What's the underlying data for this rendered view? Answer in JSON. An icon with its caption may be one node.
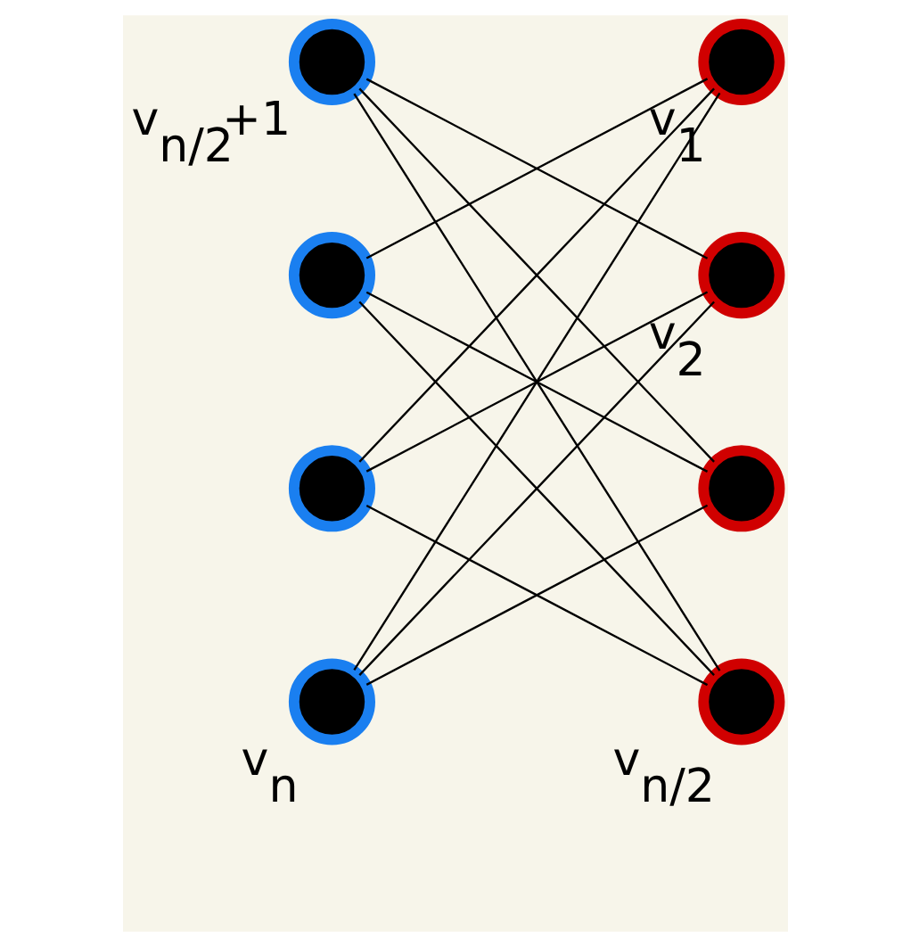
{
  "diagram": {
    "nodes": [
      {
        "text": [],
        "shape": "circle",
        "beside": [
          "v$_{n/2}$+1"
        ]
      },
      {
        "text": [],
        "shape": "circle"
      },
      {
        "text": [],
        "shape": "circle"
      },
      {
        "text": [],
        "shape": "circle",
        "beside": [
          "v$_{n}$"
        ]
      },
      {
        "text": [],
        "shape": "circle",
        "beside": [
          "v$_{1}$"
        ]
      },
      {
        "text": [],
        "shape": "circle",
        "beside": [
          "v$_{2}$"
        ]
      },
      {
        "text": [],
        "shape": "circle"
      },
      {
        "text": [],
        "shape": "circle",
        "beside": [
          "v$_{n/2}$"
        ]
      }
    ],
    "edges": [
      {
        "from": 0,
        "to": 5,
        "arrow": "none"
      },
      {
        "from": 0,
        "to": 6,
        "arrow": "none"
      },
      {
        "from": 0,
        "to": 7,
        "arrow": "none"
      },
      {
        "from": 1,
        "to": 4,
        "arrow": "none"
      },
      {
        "from": 1,
        "to": 6,
        "arrow": "none"
      },
      {
        "from": 1,
        "to": 7,
        "arrow": "none"
      },
      {
        "from": 2,
        "to": 4,
        "arrow": "none"
      },
      {
        "from": 2,
        "to": 5,
        "arrow": "none"
      },
      {
        "from": 2,
        "to": 7,
        "arrow": "none"
      },
      {
        "from": 3,
        "to": 4,
        "arrow": "none"
      },
      {
        "from": 3,
        "to": 5,
        "arrow": "none"
      },
      {
        "from": 3,
        "to": 6,
        "arrow": "none"
      }
    ]
  }
}
